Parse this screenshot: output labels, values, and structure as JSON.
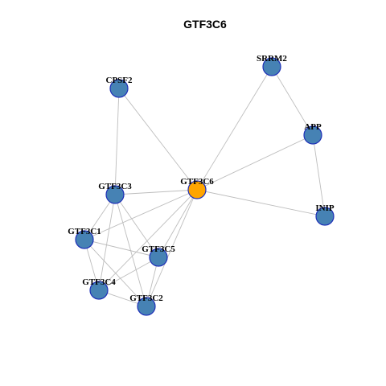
{
  "title": "GTF3C6",
  "colors": {
    "node_fill": "#4682B4",
    "node_stroke": "#1e2fb8",
    "center_fill": "#FFA500",
    "edge": "#bdbdbd"
  },
  "nodes": [
    {
      "id": "GTF3C6",
      "label": "GTF3C6",
      "center": true
    },
    {
      "id": "SRRM2",
      "label": "SRRM2",
      "center": false
    },
    {
      "id": "APP",
      "label": "APP",
      "center": false
    },
    {
      "id": "INIP",
      "label": "INIP",
      "center": false
    },
    {
      "id": "CPSF2",
      "label": "CPSF2",
      "center": false
    },
    {
      "id": "GTF3C3",
      "label": "GTF3C3",
      "center": false
    },
    {
      "id": "GTF3C1",
      "label": "GTF3C1",
      "center": false
    },
    {
      "id": "GTF3C5",
      "label": "GTF3C5",
      "center": false
    },
    {
      "id": "GTF3C4",
      "label": "GTF3C4",
      "center": false
    },
    {
      "id": "GTF3C2",
      "label": "GTF3C2",
      "center": false
    }
  ],
  "edges": [
    [
      "GTF3C6",
      "SRRM2"
    ],
    [
      "GTF3C6",
      "APP"
    ],
    [
      "GTF3C6",
      "INIP"
    ],
    [
      "GTF3C6",
      "CPSF2"
    ],
    [
      "GTF3C6",
      "GTF3C3"
    ],
    [
      "GTF3C6",
      "GTF3C1"
    ],
    [
      "GTF3C6",
      "GTF3C5"
    ],
    [
      "GTF3C6",
      "GTF3C4"
    ],
    [
      "GTF3C6",
      "GTF3C2"
    ],
    [
      "SRRM2",
      "APP"
    ],
    [
      "APP",
      "INIP"
    ],
    [
      "CPSF2",
      "GTF3C3"
    ],
    [
      "GTF3C3",
      "GTF3C1"
    ],
    [
      "GTF3C3",
      "GTF3C5"
    ],
    [
      "GTF3C3",
      "GTF3C4"
    ],
    [
      "GTF3C3",
      "GTF3C2"
    ],
    [
      "GTF3C1",
      "GTF3C5"
    ],
    [
      "GTF3C1",
      "GTF3C4"
    ],
    [
      "GTF3C1",
      "GTF3C2"
    ],
    [
      "GTF3C5",
      "GTF3C4"
    ],
    [
      "GTF3C5",
      "GTF3C2"
    ],
    [
      "GTF3C4",
      "GTF3C2"
    ]
  ]
}
